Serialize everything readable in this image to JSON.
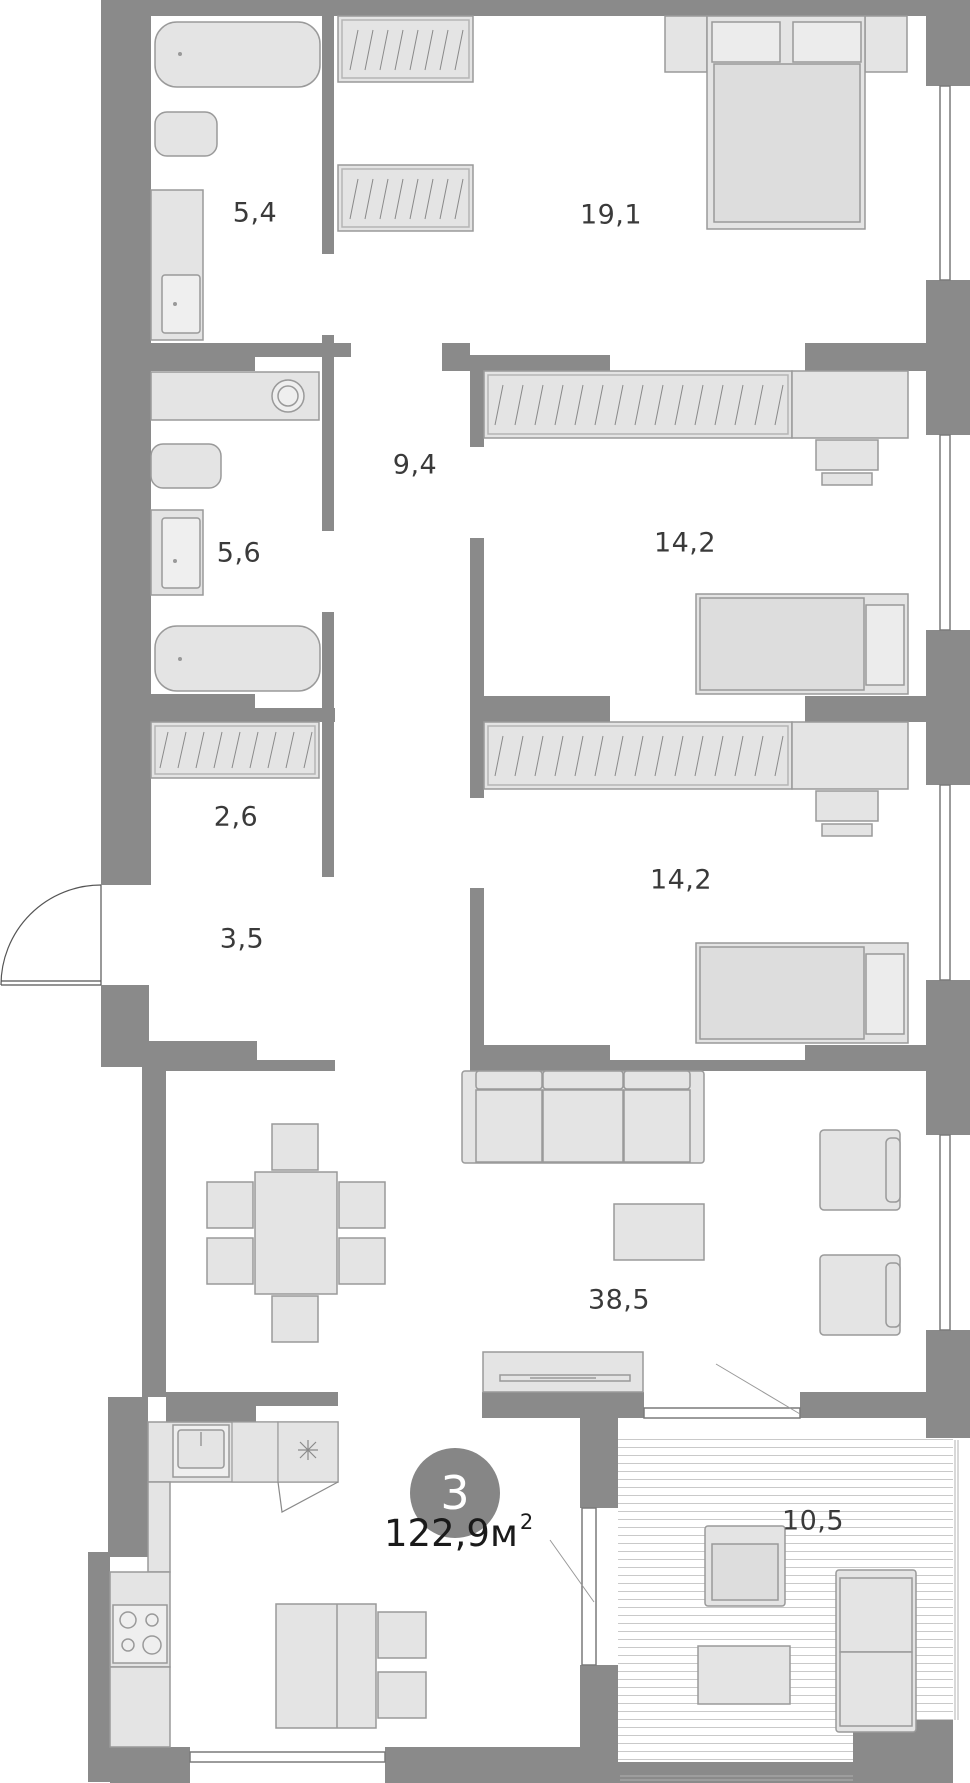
{
  "rooms": [
    {
      "id": "bathroom-1",
      "area": "5,4"
    },
    {
      "id": "bedroom-master",
      "area": "19,1"
    },
    {
      "id": "corridor",
      "area": "9,4"
    },
    {
      "id": "bedroom-2",
      "area": "14,2"
    },
    {
      "id": "bathroom-2",
      "area": "5,6"
    },
    {
      "id": "wardrobe",
      "area": "2,6"
    },
    {
      "id": "bedroom-3",
      "area": "14,2"
    },
    {
      "id": "entrance-hall",
      "area": "3,5"
    },
    {
      "id": "living-room",
      "area": "38,5"
    },
    {
      "id": "balcony",
      "area": "10,5"
    }
  ],
  "summary": {
    "room_count": "3",
    "total_area": "122,9",
    "unit": "м",
    "unit_power": "2"
  },
  "colors": {
    "wall": "#8a8a8a",
    "furniture_fill": "#e4e4e4",
    "furniture_stroke": "#9a9a9a",
    "badge": "#868686",
    "label": "#3a3a3a"
  }
}
